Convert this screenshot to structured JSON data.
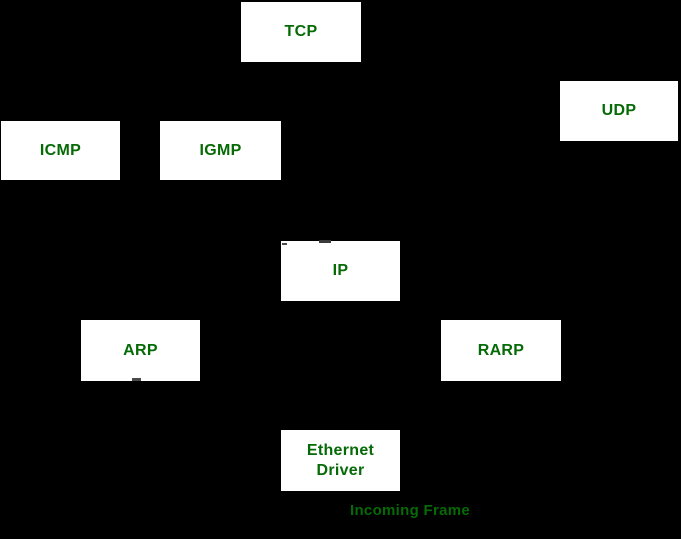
{
  "diagram": {
    "background_color": "#000000",
    "node_fill_color": "#ffffff",
    "node_text_color": "#066a06",
    "caption_color": "#066a06",
    "nodes": [
      {
        "id": "tcp",
        "label": "TCP"
      },
      {
        "id": "udp",
        "label": "UDP"
      },
      {
        "id": "icmp",
        "label": "ICMP"
      },
      {
        "id": "igmp",
        "label": "IGMP"
      },
      {
        "id": "ip",
        "label": "IP"
      },
      {
        "id": "arp",
        "label": "ARP"
      },
      {
        "id": "rarp",
        "label": "RARP"
      },
      {
        "id": "ethernet_driver",
        "label": "Ethernet\nDriver"
      }
    ],
    "caption": "Incoming Frame"
  }
}
